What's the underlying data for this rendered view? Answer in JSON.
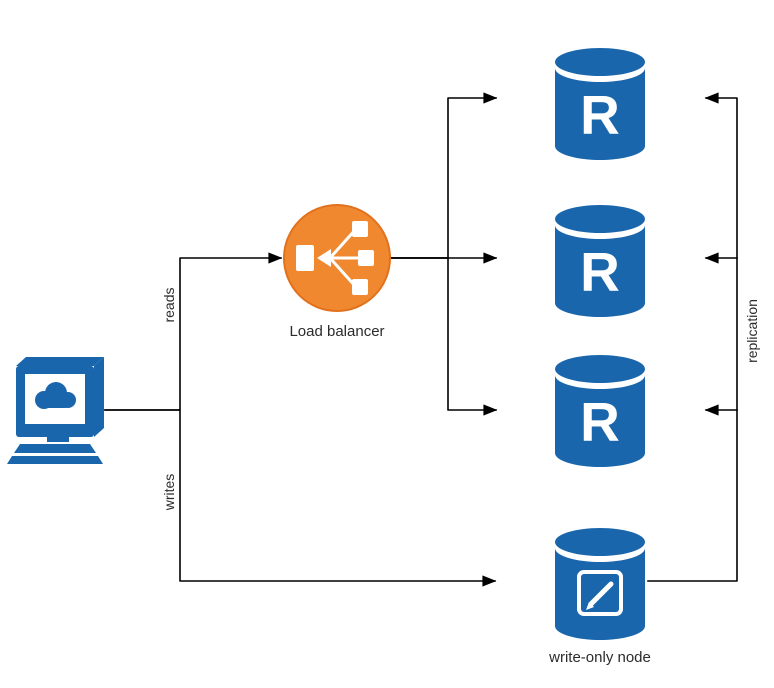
{
  "diagram_type": "architecture-diagram",
  "colors": {
    "node_blue": "#1a66ad",
    "balancer_orange": "#f0882f",
    "balancer_border": "#e2711d",
    "edge_black": "#000000",
    "text": "#2b2b2b",
    "background": "#ffffff"
  },
  "nodes": [
    {
      "id": "client",
      "type": "computer-icon",
      "label": ""
    },
    {
      "id": "load-balancer",
      "type": "load-balancer-icon",
      "label": "Load balancer"
    },
    {
      "id": "read-replica-1",
      "type": "database-cylinder",
      "label": "R"
    },
    {
      "id": "read-replica-2",
      "type": "database-cylinder",
      "label": "R"
    },
    {
      "id": "read-replica-3",
      "type": "database-cylinder",
      "label": "R"
    },
    {
      "id": "write-node",
      "type": "database-cylinder-edit",
      "label": "write-only node"
    }
  ],
  "edges": [
    {
      "from": "client",
      "to": "load-balancer",
      "label": "reads"
    },
    {
      "from": "client",
      "to": "write-node",
      "label": "writes"
    },
    {
      "from": "load-balancer",
      "to": "read-replica-1",
      "label": ""
    },
    {
      "from": "load-balancer",
      "to": "read-replica-2",
      "label": ""
    },
    {
      "from": "load-balancer",
      "to": "read-replica-3",
      "label": ""
    },
    {
      "from": "write-node",
      "to": "read-replica-1",
      "label": "replication"
    },
    {
      "from": "write-node",
      "to": "read-replica-2",
      "label": ""
    },
    {
      "from": "write-node",
      "to": "read-replica-3",
      "label": ""
    }
  ]
}
